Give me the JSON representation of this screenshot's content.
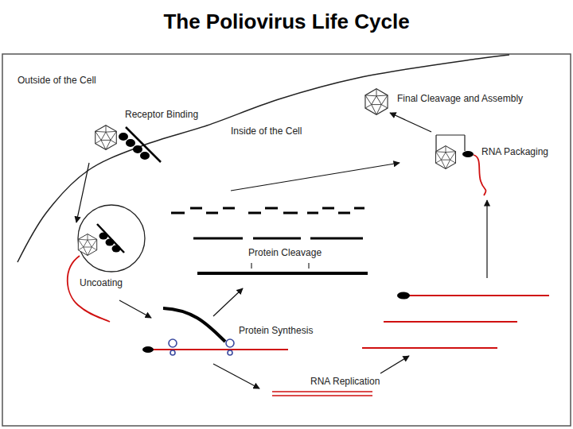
{
  "diagram": {
    "title": "The Poliovirus Life Cycle",
    "labels": [
      "Outside of the Cell",
      "Receptor Binding",
      "Inside of the Cell",
      "Final Cleavage and Assembly",
      "RNA Packaging",
      "Protein Cleavage",
      "Uncoating",
      "Protein Synthesis",
      "RNA Replication"
    ]
  }
}
